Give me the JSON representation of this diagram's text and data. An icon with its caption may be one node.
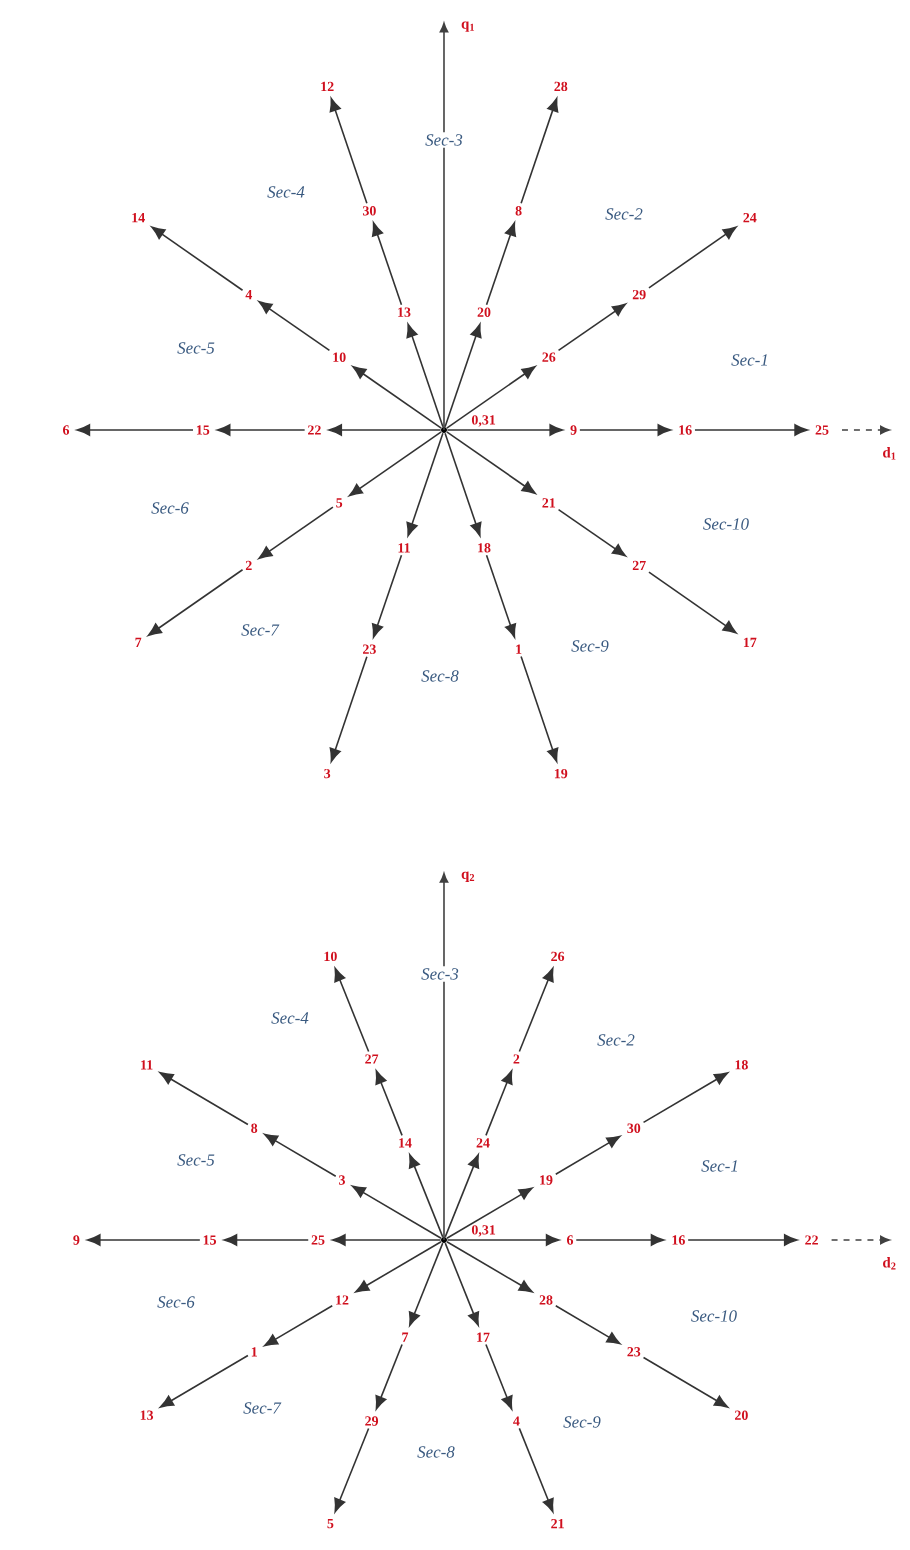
{
  "diagram": {
    "nodes": [
      {
        "text": [],
        "shape": "circle",
        "beside": [
          "0,31"
        ]
      },
      {
        "text": [
          "9"
        ]
      },
      {
        "text": [
          "16"
        ]
      },
      {
        "text": [
          "25"
        ]
      },
      {
        "text": [
          "26"
        ]
      },
      {
        "text": [
          "29"
        ]
      },
      {
        "text": [
          "24"
        ]
      },
      {
        "text": [
          "20"
        ]
      },
      {
        "text": [
          "8"
        ]
      },
      {
        "text": [
          "28"
        ]
      },
      {
        "text": [
          "13"
        ]
      },
      {
        "text": [
          "30"
        ]
      },
      {
        "text": [
          "12"
        ]
      },
      {
        "text": [
          "10"
        ]
      },
      {
        "text": [
          "4"
        ]
      },
      {
        "text": [
          "14"
        ]
      },
      {
        "text": [
          "22"
        ]
      },
      {
        "text": [
          "15"
        ]
      },
      {
        "text": [
          "6"
        ]
      },
      {
        "text": [
          "5"
        ]
      },
      {
        "text": [
          "2"
        ]
      },
      {
        "text": [
          "7"
        ]
      },
      {
        "text": [
          "11"
        ]
      },
      {
        "text": [
          "23"
        ]
      },
      {
        "text": [
          "3"
        ]
      },
      {
        "text": [
          "18"
        ]
      },
      {
        "text": [
          "1"
        ]
      },
      {
        "text": [
          "19"
        ]
      },
      {
        "text": [
          "21"
        ]
      },
      {
        "text": [
          "27"
        ]
      },
      {
        "text": [
          "17"
        ]
      },
      {
        "text": [],
        "shape": "circle",
        "beside": [
          "0,31"
        ]
      },
      {
        "text": [
          "6"
        ]
      },
      {
        "text": [
          "16"
        ]
      },
      {
        "text": [
          "22"
        ]
      },
      {
        "text": [
          "19"
        ]
      },
      {
        "text": [
          "30"
        ]
      },
      {
        "text": [
          "18"
        ]
      },
      {
        "text": [
          "24"
        ]
      },
      {
        "text": [
          "2"
        ]
      },
      {
        "text": [
          "26"
        ]
      },
      {
        "text": [
          "14"
        ]
      },
      {
        "text": [
          "27"
        ]
      },
      {
        "text": [
          "10"
        ]
      },
      {
        "text": [
          "3"
        ]
      },
      {
        "text": [
          "8"
        ]
      },
      {
        "text": [
          "11"
        ]
      },
      {
        "text": [
          "25"
        ]
      },
      {
        "text": [
          "15"
        ]
      },
      {
        "text": [
          "9"
        ]
      },
      {
        "text": [
          "12"
        ]
      },
      {
        "text": [
          "1"
        ]
      },
      {
        "text": [
          "13"
        ]
      },
      {
        "text": [
          "7"
        ]
      },
      {
        "text": [
          "29"
        ]
      },
      {
        "text": [
          "5"
        ]
      },
      {
        "text": [
          "17"
        ]
      },
      {
        "text": [
          "4"
        ]
      },
      {
        "text": [
          "21"
        ]
      },
      {
        "text": [
          "28"
        ]
      },
      {
        "text": [
          "23"
        ]
      },
      {
        "text": [
          "20"
        ]
      }
    ],
    "edges": [
      {
        "from": 0,
        "to": 1,
        "arrow": "to"
      },
      {
        "from": 1,
        "to": 2,
        "arrow": "to"
      },
      {
        "from": 2,
        "to": 3,
        "arrow": "to"
      },
      {
        "from": 0,
        "to": 4,
        "arrow": "to"
      },
      {
        "from": 4,
        "to": 5,
        "arrow": "to"
      },
      {
        "from": 5,
        "to": 6,
        "arrow": "to"
      },
      {
        "from": 0,
        "to": 7,
        "arrow": "to"
      },
      {
        "from": 7,
        "to": 8,
        "arrow": "to"
      },
      {
        "from": 8,
        "to": 9,
        "arrow": "to"
      },
      {
        "from": 0,
        "to": 10,
        "arrow": "to"
      },
      {
        "from": 10,
        "to": 11,
        "arrow": "to"
      },
      {
        "from": 11,
        "to": 12,
        "arrow": "to"
      },
      {
        "from": 0,
        "to": 13,
        "arrow": "to"
      },
      {
        "from": 13,
        "to": 14,
        "arrow": "to"
      },
      {
        "from": 14,
        "to": 15,
        "arrow": "to"
      },
      {
        "from": 0,
        "to": 16,
        "arrow": "to"
      },
      {
        "from": 16,
        "to": 17,
        "arrow": "to"
      },
      {
        "from": 17,
        "to": 18,
        "arrow": "to"
      },
      {
        "from": 0,
        "to": 19,
        "arrow": "to"
      },
      {
        "from": 19,
        "to": 20,
        "arrow": "to"
      },
      {
        "from": 20,
        "to": 21,
        "arrow": "to"
      },
      {
        "from": 0,
        "to": 22,
        "arrow": "to"
      },
      {
        "from": 22,
        "to": 23,
        "arrow": "to"
      },
      {
        "from": 23,
        "to": 24,
        "arrow": "to"
      },
      {
        "from": 0,
        "to": 25,
        "arrow": "to"
      },
      {
        "from": 25,
        "to": 26,
        "arrow": "to"
      },
      {
        "from": 26,
        "to": 27,
        "arrow": "to"
      },
      {
        "from": 0,
        "to": 28,
        "arrow": "to"
      },
      {
        "from": 28,
        "to": 29,
        "arrow": "to"
      },
      {
        "from": 29,
        "to": 30,
        "arrow": "to"
      },
      {
        "from": 31,
        "to": 32,
        "arrow": "to"
      },
      {
        "from": 32,
        "to": 33,
        "arrow": "to"
      },
      {
        "from": 33,
        "to": 34,
        "arrow": "to"
      },
      {
        "from": 31,
        "to": 35,
        "arrow": "to"
      },
      {
        "from": 35,
        "to": 36,
        "arrow": "to"
      },
      {
        "from": 36,
        "to": 37,
        "arrow": "to"
      },
      {
        "from": 31,
        "to": 38,
        "arrow": "to"
      },
      {
        "from": 38,
        "to": 39,
        "arrow": "to"
      },
      {
        "from": 39,
        "to": 40,
        "arrow": "to"
      },
      {
        "from": 31,
        "to": 41,
        "arrow": "to"
      },
      {
        "from": 41,
        "to": 42,
        "arrow": "to"
      },
      {
        "from": 42,
        "to": 43,
        "arrow": "to"
      },
      {
        "from": 31,
        "to": 44,
        "arrow": "to"
      },
      {
        "from": 44,
        "to": 45,
        "arrow": "to"
      },
      {
        "from": 45,
        "to": 46,
        "arrow": "to"
      },
      {
        "from": 31,
        "to": 47,
        "arrow": "to"
      },
      {
        "from": 47,
        "to": 48,
        "arrow": "to"
      },
      {
        "from": 48,
        "to": 49,
        "arrow": "to"
      },
      {
        "from": 31,
        "to": 50,
        "arrow": "to"
      },
      {
        "from": 50,
        "to": 51,
        "arrow": "to"
      },
      {
        "from": 51,
        "to": 52,
        "arrow": "to"
      },
      {
        "from": 31,
        "to": 53,
        "arrow": "to"
      },
      {
        "from": 53,
        "to": 54,
        "arrow": "to"
      },
      {
        "from": 54,
        "to": 55,
        "arrow": "to"
      },
      {
        "from": 31,
        "to": 56,
        "arrow": "to"
      },
      {
        "from": 56,
        "to": 57,
        "arrow": "to"
      },
      {
        "from": 57,
        "to": 58,
        "arrow": "to"
      },
      {
        "from": 31,
        "to": 59,
        "arrow": "to"
      },
      {
        "from": 59,
        "to": 60,
        "arrow": "to"
      },
      {
        "from": 60,
        "to": 61,
        "arrow": "to"
      }
    ],
    "labels": [
      "q$_{1}$",
      "Sec-1",
      "Sec-2",
      "Sec-3",
      "Sec-4",
      "Sec-5",
      "Sec-6",
      "Sec-7",
      "Sec-8",
      "Sec-9",
      "Sec-10",
      "d$_{1}$",
      "q$_{2}$",
      "Sec-1",
      "Sec-2",
      "Sec-3",
      "Sec-4",
      "Sec-5",
      "Sec-6",
      "Sec-7",
      "Sec-8",
      "Sec-9",
      "Sec-10",
      "d$_{2}$"
    ]
  }
}
